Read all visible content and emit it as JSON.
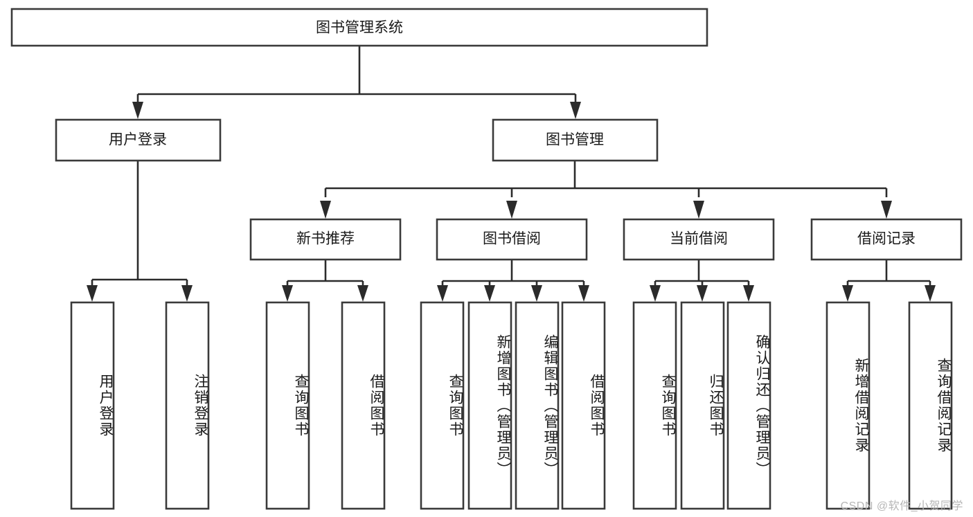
{
  "diagram": {
    "title": "图书管理系统",
    "type": "tree-hierarchy",
    "watermark": "CSDN @软件_小贺同学",
    "colors": {
      "box_stroke": "#3a3a3a",
      "connector": "#2b2b2b",
      "box_fill": "#ffffff",
      "text": "#1a1a1a",
      "watermark": "#b6b6b6",
      "background": "#ffffff"
    },
    "root": {
      "label": "图书管理系统"
    },
    "level2": [
      {
        "label": "用户登录"
      },
      {
        "label": "图书管理"
      }
    ],
    "level3": [
      {
        "label": "新书推荐"
      },
      {
        "label": "图书借阅"
      },
      {
        "label": "当前借阅"
      },
      {
        "label": "借阅记录"
      }
    ],
    "leaves": {
      "user_login": [
        {
          "label": "用户登录"
        },
        {
          "label": "注销登录"
        }
      ],
      "new_book_recommend": [
        {
          "label": "查询图书"
        },
        {
          "label": "借阅图书"
        }
      ],
      "book_borrow": [
        {
          "label": "查询图书"
        },
        {
          "label": "新增图书（管理员）"
        },
        {
          "label": "编辑图书（管理员）"
        },
        {
          "label": "借阅图书"
        }
      ],
      "current_borrow": [
        {
          "label": "查询图书"
        },
        {
          "label": "归还图书"
        },
        {
          "label": "确认归还（管理员）"
        }
      ],
      "borrow_record": [
        {
          "label": "新增借阅记录"
        },
        {
          "label": "查询借阅记录"
        }
      ]
    }
  }
}
